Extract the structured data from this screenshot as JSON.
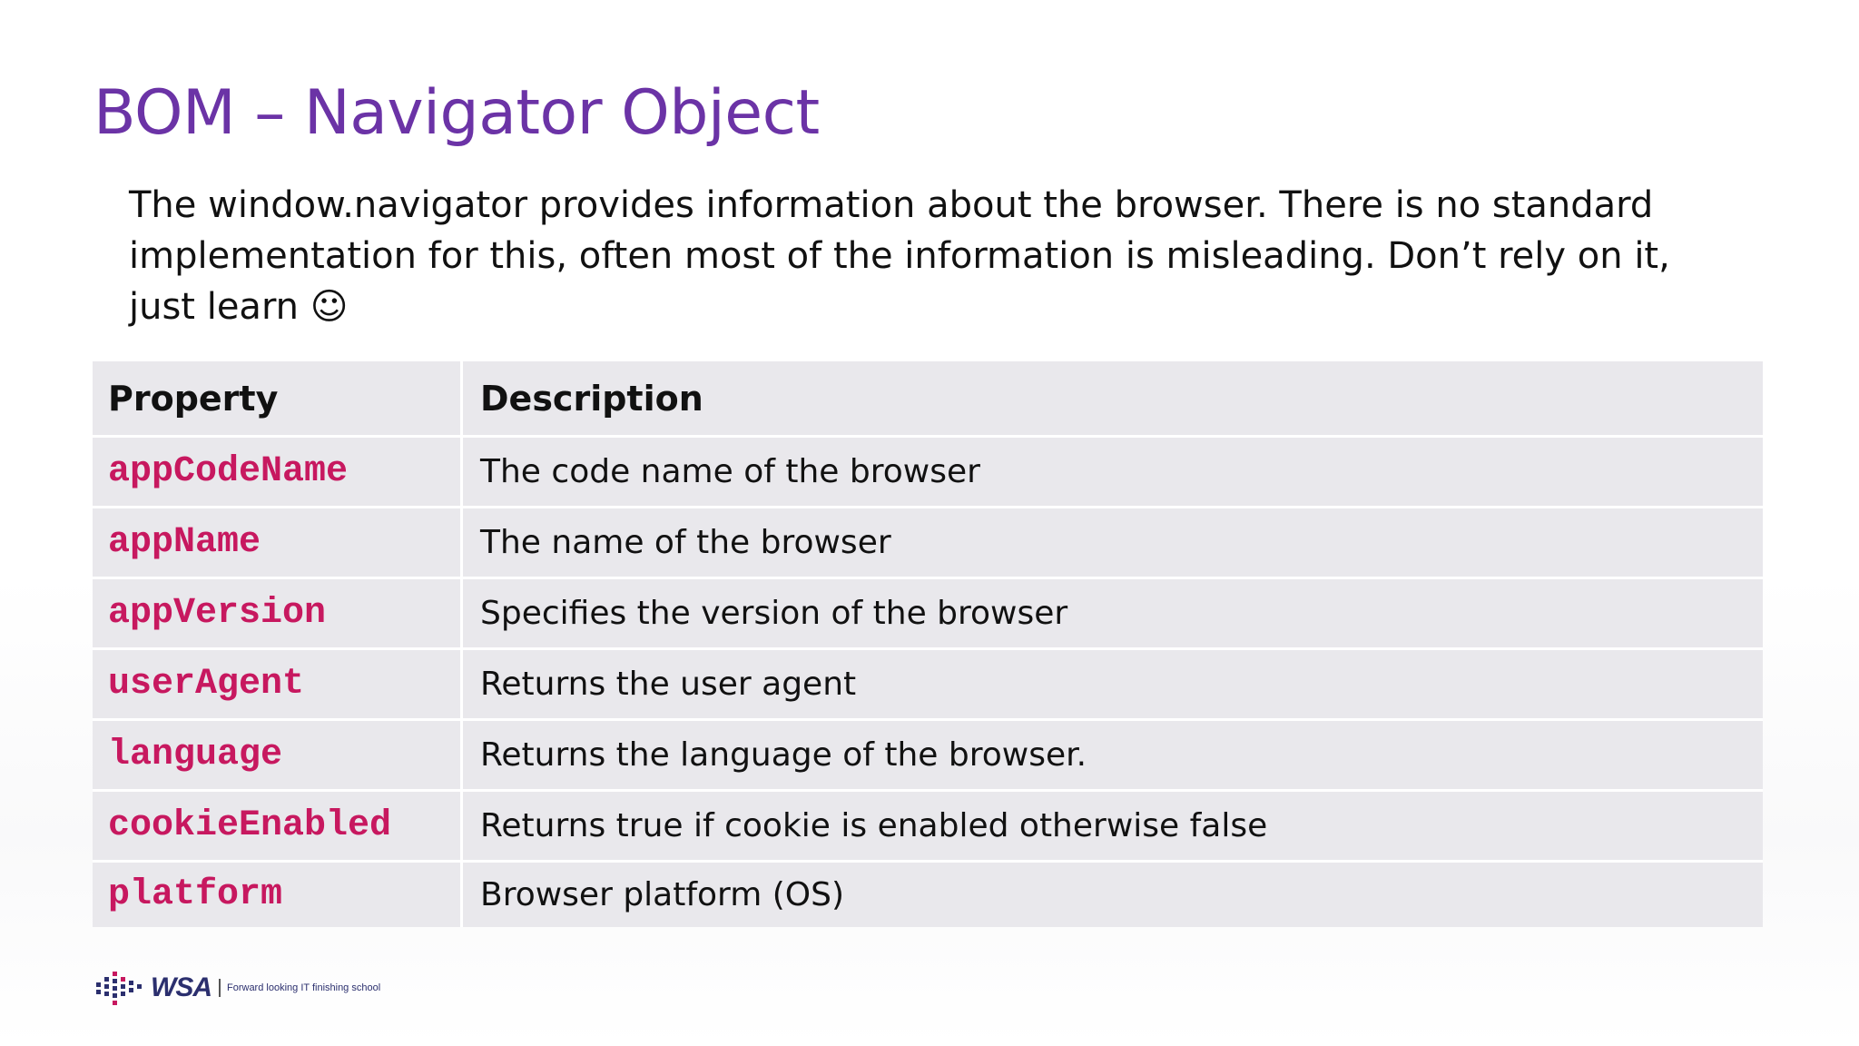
{
  "title": "BOM – Navigator Object",
  "intro": "The window.navigator provides information about the browser. There is no standard implementation for this, often most of the information is misleading. Don’t rely on it, just learn ☺",
  "table": {
    "headers": {
      "property": "Property",
      "description": "Description"
    },
    "rows": [
      {
        "property": "appCodeName",
        "description": "The code name of the browser"
      },
      {
        "property": "appName",
        "description": "The name of the browser"
      },
      {
        "property": "appVersion",
        "description": "Specifies the version of the browser"
      },
      {
        "property": "userAgent",
        "description": "Returns the user agent"
      },
      {
        "property": "language",
        "description": "Returns the language of the browser."
      },
      {
        "property": "cookieEnabled",
        "description": "Returns true if cookie is enabled otherwise false"
      },
      {
        "property": "platform",
        "description": "Browser platform (OS)"
      }
    ]
  },
  "footer": {
    "logo_name": "WSA",
    "tagline": "Forward looking IT finishing school"
  },
  "colors": {
    "title": "#6b33a6",
    "code": "#c7185f",
    "table_bg": "#e9e8ec",
    "logo": "#2b2f6e",
    "logo_accent": "#c7185f"
  }
}
